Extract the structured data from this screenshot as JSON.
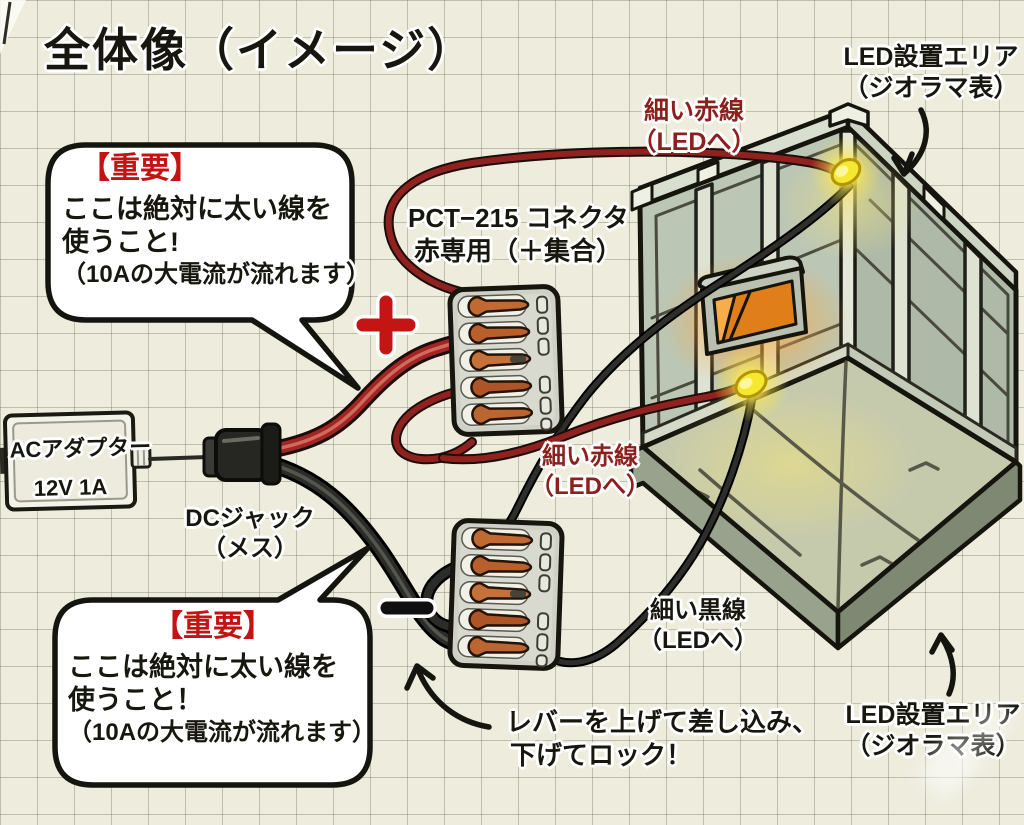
{
  "title": "全体像（イメージ）",
  "warning_top": {
    "heading": "【重要】",
    "lines": [
      "ここは絶対に太い線を",
      "使うこと!",
      "（10Aの大電流が流れます）"
    ]
  },
  "warning_bottom": {
    "heading": "【重要】",
    "lines": [
      "ここは絶対に太い線を",
      "使うこと！",
      "（10Aの大電流が流れます）"
    ]
  },
  "power": {
    "adapter_line1": "ACアダプター",
    "adapter_line2": "12V 1A",
    "jack_line1": "DCジャック",
    "jack_line2": "（メス）"
  },
  "connector": {
    "line1": "PCT−215 コネクタ",
    "line2": "赤専用（＋集合）"
  },
  "wire_labels": {
    "thin_red_top": [
      "細い赤線",
      "（LEDへ）"
    ],
    "thin_red_mid": [
      "細い赤線",
      "（LEDへ）"
    ],
    "thin_black": [
      "細い黒線",
      "（LEDへ）"
    ]
  },
  "led_area": {
    "top": [
      "LED設置エリア",
      "（ジオラマ表）"
    ],
    "bottom": [
      "LED設置エリア",
      "（ジオラマ表）"
    ]
  },
  "lever_note": [
    "レバーを上げて差し込み、",
    "下げてロック！"
  ],
  "symbols": {
    "plus": "＋",
    "minus": "−"
  },
  "colors": {
    "paper": "#edecdd",
    "wire_thick_red": "#a32521",
    "wire_thick_black": "#2b2b28",
    "plus_red": "#c41414",
    "warning_red": "#c41313",
    "thin_red_label": "#8c201d",
    "led_yellow": "#f6e82e",
    "lamp_orange": "#e07f1a",
    "wall_green_gray": "#bcc6b4"
  }
}
